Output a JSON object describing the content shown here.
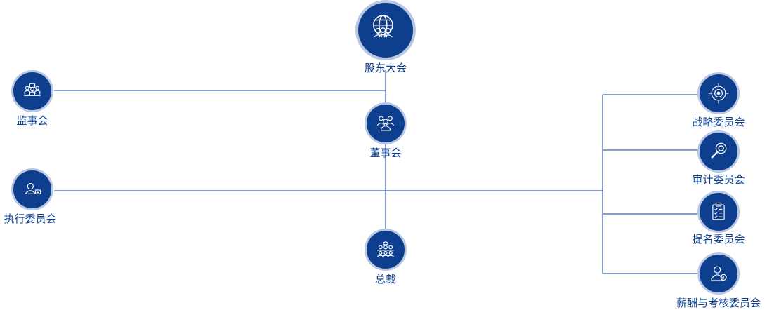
{
  "colors": {
    "node_fill": "#0e3f8e",
    "node_ring": "#b9c7e3",
    "line": "#0e3f8e",
    "label": "#0e3f8e"
  },
  "nodes": {
    "shareholders": {
      "label": "股东大会",
      "icon": "globe-people-icon"
    },
    "supervisory": {
      "label": "监事会",
      "icon": "group-meeting-icon"
    },
    "board": {
      "label": "董事会",
      "icon": "people-group-icon"
    },
    "executive": {
      "label": "执行委员会",
      "icon": "user-card-icon"
    },
    "president": {
      "label": "总裁",
      "icon": "conference-icon"
    },
    "strategy": {
      "label": "战略委员会",
      "icon": "target-icon"
    },
    "audit": {
      "label": "审计委员会",
      "icon": "magnifier-coin-icon"
    },
    "nomination": {
      "label": "提名委员会",
      "icon": "clipboard-list-icon"
    },
    "remuneration": {
      "label": "薪酬与考核委员会",
      "icon": "person-coin-icon"
    }
  }
}
